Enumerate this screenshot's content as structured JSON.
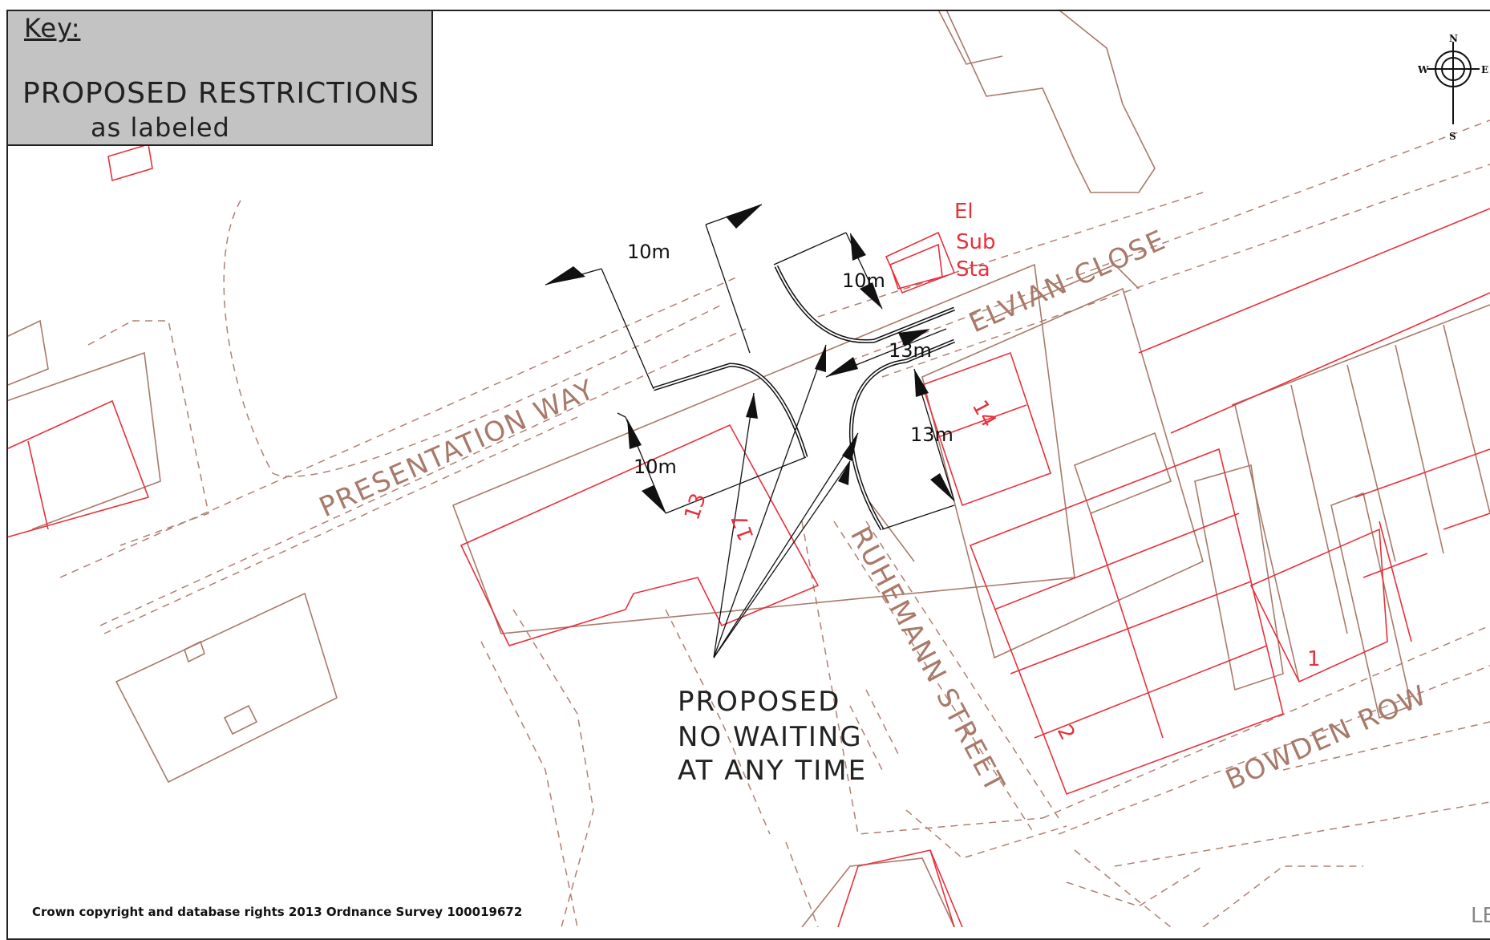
{
  "key": {
    "title": "Key:",
    "line1": "PROPOSED RESTRICTIONS",
    "line2": "as labeled"
  },
  "compass": {
    "n": "N",
    "e": "E",
    "s": "S",
    "w": "W"
  },
  "roads": {
    "presentation_way": "PRESENTATION WAY",
    "elvian_close": "ELVIAN CLOSE",
    "ruhemann_street": "RUHEMANN STREET",
    "bowden_row": "BOWDEN ROW"
  },
  "substation": {
    "line1": "El",
    "line2": "Sub",
    "line3": "Sta"
  },
  "dimensions": [
    "10m",
    "10m",
    "13m",
    "13m",
    "10m"
  ],
  "plot_numbers": [
    "14",
    "13",
    "17",
    "1",
    "2"
  ],
  "annotation": {
    "line1": "PROPOSED",
    "line2": "NO WAITING",
    "line3": "AT ANY TIME"
  },
  "copyright": "Crown copyright and database rights 2013 Ordnance Survey 100019672",
  "edge_text": "LE"
}
